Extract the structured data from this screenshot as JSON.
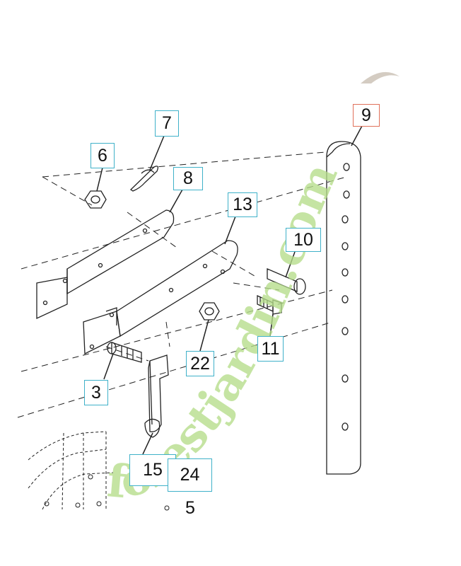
{
  "diagram": {
    "callouts": [
      {
        "id": "c9",
        "text": "9",
        "style": "highlight"
      },
      {
        "id": "c7",
        "text": "7",
        "style": "normal"
      },
      {
        "id": "c6",
        "text": "6",
        "style": "normal"
      },
      {
        "id": "c8",
        "text": "8",
        "style": "normal"
      },
      {
        "id": "c13",
        "text": "13",
        "style": "normal"
      },
      {
        "id": "c10",
        "text": "10",
        "style": "normal"
      },
      {
        "id": "c11",
        "text": "11",
        "style": "normal"
      },
      {
        "id": "c22",
        "text": "22",
        "style": "normal"
      },
      {
        "id": "c3",
        "text": "3",
        "style": "normal"
      },
      {
        "id": "c15",
        "text": "15",
        "style": "normal"
      },
      {
        "id": "c24",
        "text": "24",
        "style": "normal"
      }
    ],
    "partial_label": "5"
  },
  "watermark": {
    "text": "forestjardin.com",
    "colors": {
      "green": "#b5dd8a",
      "grey": "#c9bfb3"
    }
  },
  "colors": {
    "callout_border": "#3fb1c9",
    "highlight_border": "#e0705a",
    "line": "#222222"
  }
}
